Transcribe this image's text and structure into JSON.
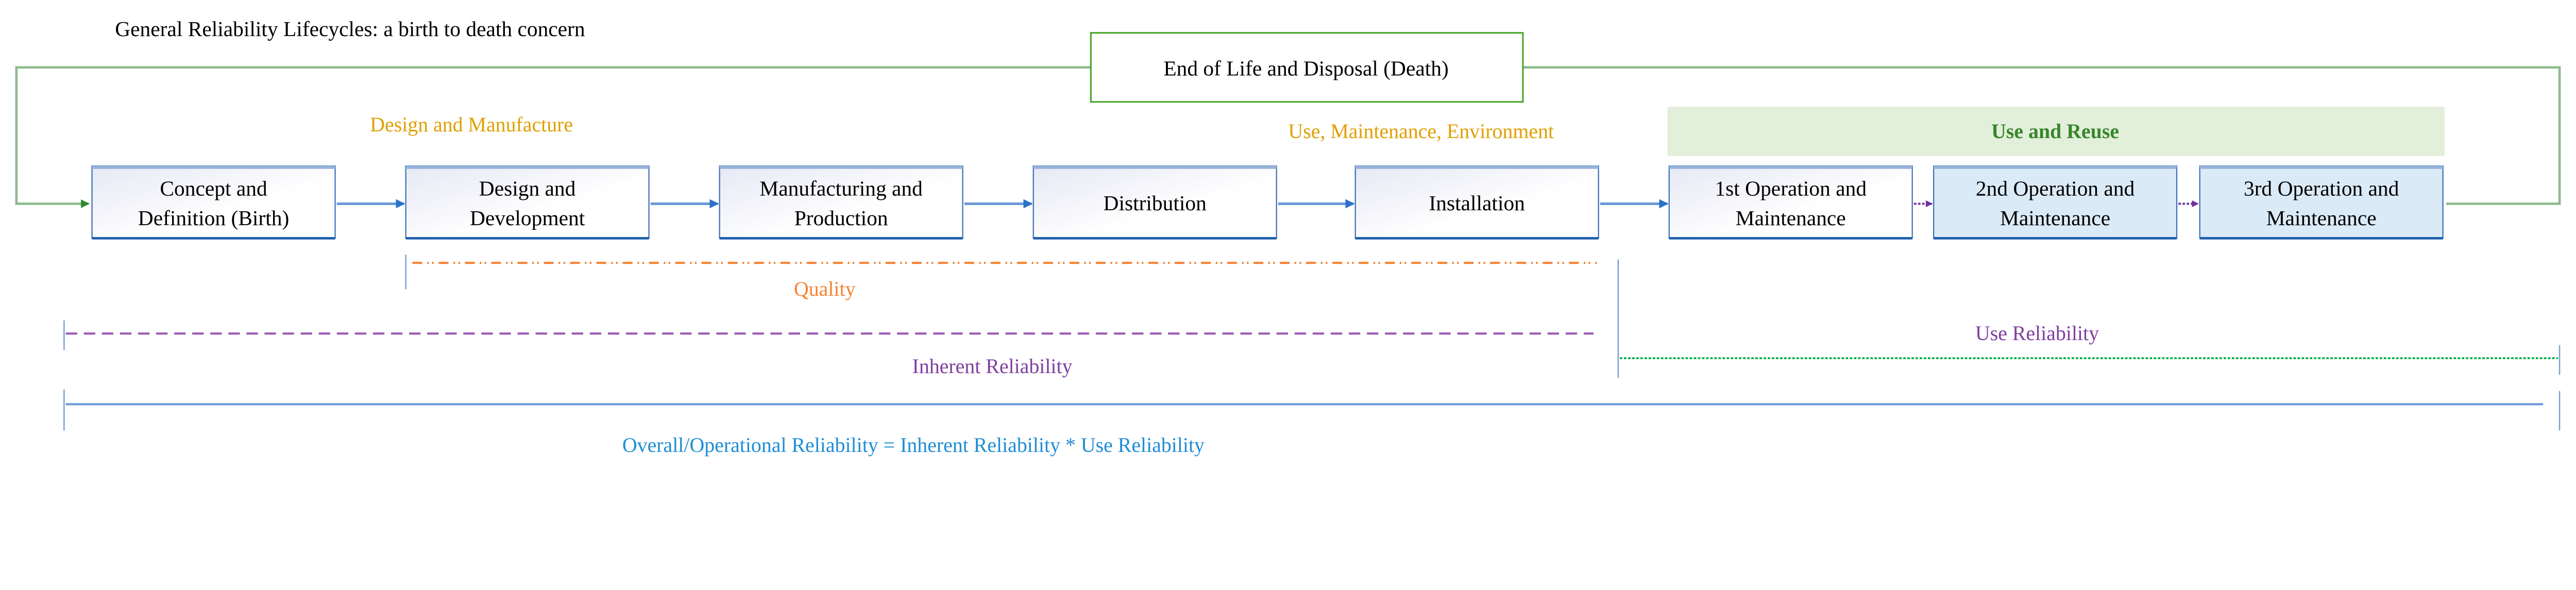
{
  "title": "General Reliability Lifecycles: a birth to death concern",
  "end_of_life": "End of Life and Disposal (Death)",
  "phase_labels": {
    "design_manufacture": "Design and Manufacture",
    "use_maintenance": "Use, Maintenance, Environment",
    "use_reuse": "Use and Reuse"
  },
  "stages": [
    {
      "line1": "Concept and",
      "line2": "Definition (Birth)"
    },
    {
      "line1": "Design and",
      "line2": "Development"
    },
    {
      "line1": "Manufacturing and",
      "line2": "Production"
    },
    {
      "line1": "Distribution",
      "line2": ""
    },
    {
      "line1": "Installation",
      "line2": ""
    },
    {
      "line1": "1st Operation and",
      "line2": "Maintenance"
    },
    {
      "line1": "2nd Operation and",
      "line2": "Maintenance"
    },
    {
      "line1": "3rd Operation and",
      "line2": "Maintenance"
    }
  ],
  "spans": {
    "quality": "Quality",
    "inherent": "Inherent Reliability",
    "use": "Use Reliability",
    "overall": "Overall/Operational Reliability = Inherent Reliability * Use Reliability"
  },
  "colors": {
    "loop_green": "#8fbc8f",
    "eol_border": "#4ea72e",
    "arrow_blue": "#2a72c8",
    "arrow_purple": "#7030a0",
    "design_label": "#e0a000",
    "quality": "#f58231",
    "inherent": "#9b59b6",
    "use_rel_line": "#00b050",
    "overall": "#1f8dd6",
    "use_reuse_bg": "#e2efda",
    "use_reuse_text": "#38862c"
  }
}
